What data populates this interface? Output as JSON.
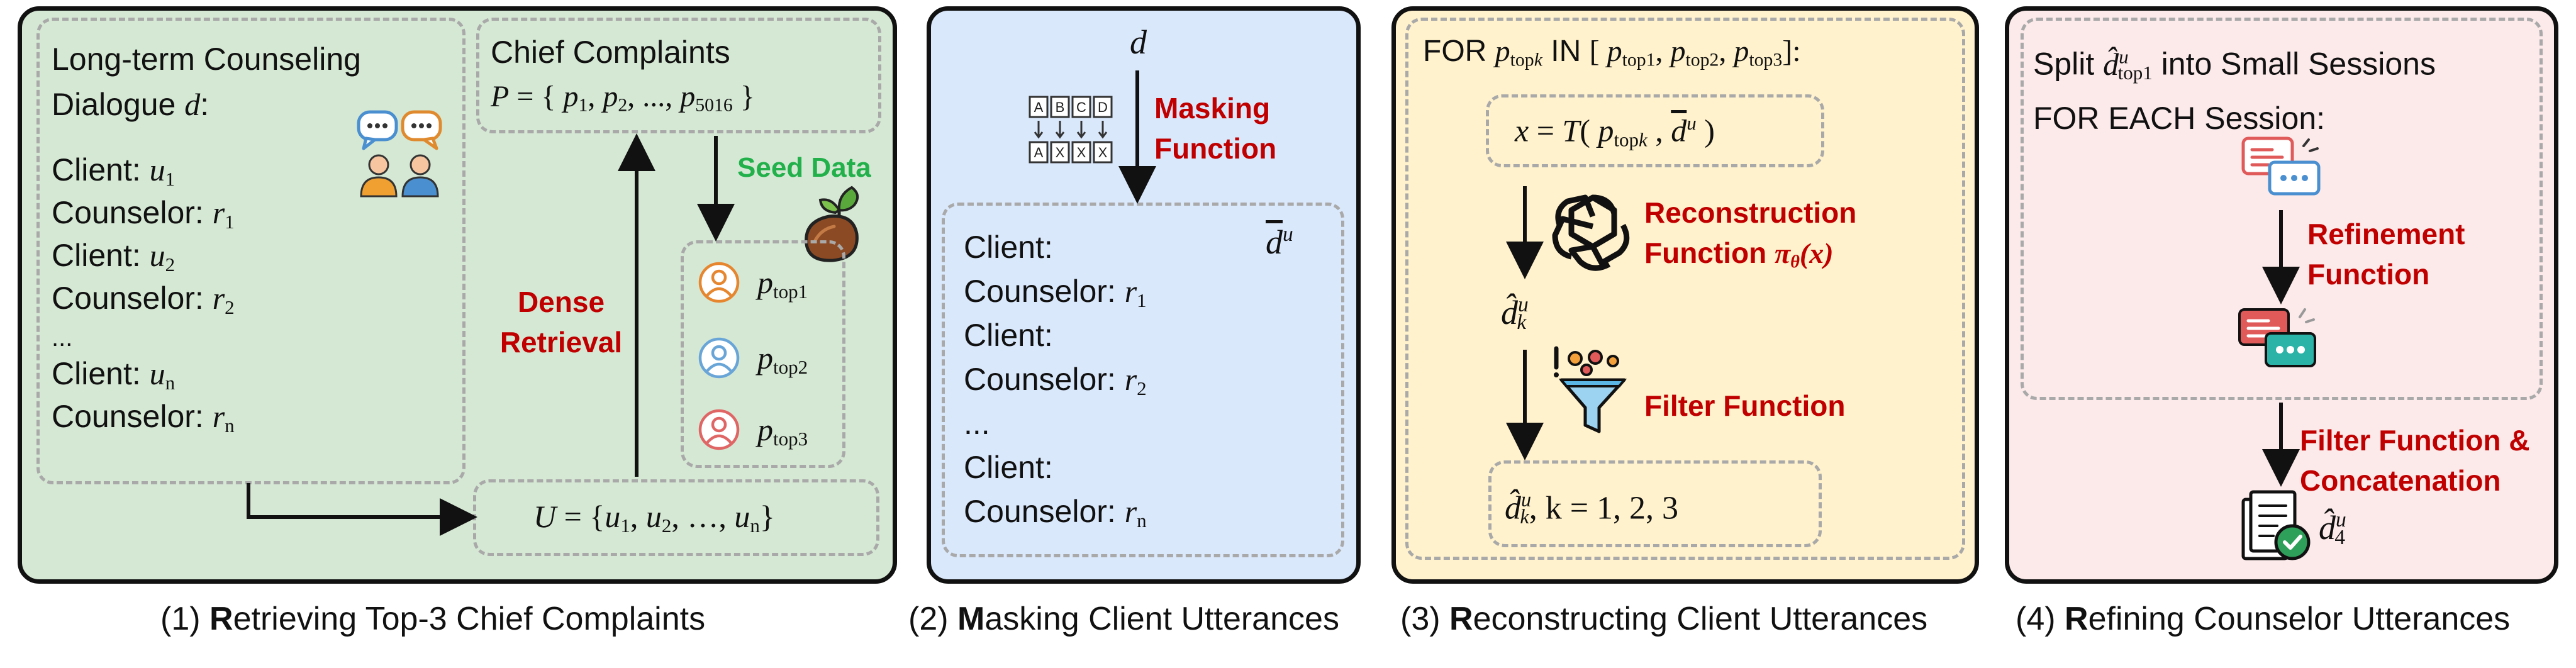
{
  "colors": {
    "panel1_bg": "#d5e8d4",
    "panel2_bg": "#dae8fc",
    "panel3_bg": "#fff2cc",
    "panel4_bg": "#fce9e9",
    "accent_red": "#c00000",
    "accent_green": "#22b04b",
    "dash_gray": "#a9a9a9"
  },
  "panel1": {
    "dialogue_title_line1": "Long-term Counseling",
    "dialogue_title_line2": "Dialogue",
    "dialogue_var": "d",
    "dialogue_colon": ":",
    "lines": [
      {
        "speaker": "Client:",
        "var": "u",
        "sub": "1"
      },
      {
        "speaker": "Counselor:",
        "var": "r",
        "sub": "1"
      },
      {
        "speaker": "Client:",
        "var": "u",
        "sub": "2"
      },
      {
        "speaker": "Counselor:",
        "var": "r",
        "sub": "2"
      },
      {
        "speaker": "...",
        "var": "",
        "sub": ""
      },
      {
        "speaker": "Client:",
        "var": "u",
        "sub": "n"
      },
      {
        "speaker": "Counselor:",
        "var": "r",
        "sub": "n"
      }
    ],
    "complaints_title": "Chief Complaints",
    "complaints_set_lhs": "P",
    "complaints_set_items": [
      "1",
      "2",
      "5016"
    ],
    "seed_label": "Seed Data",
    "retrieval_label_line1": "Dense",
    "retrieval_label_line2": "Retrieval",
    "top_items": [
      {
        "label": "top1",
        "color": "#e6862f"
      },
      {
        "label": "top2",
        "color": "#6aa5d8"
      },
      {
        "label": "top3",
        "color": "#e06666"
      }
    ],
    "uset_lhs": "U",
    "uset_items": [
      "1",
      "2",
      "n"
    ],
    "icons": [
      "people-chat-icon",
      "seed-sprout-icon",
      "user-circle-icon"
    ]
  },
  "panel2": {
    "input_var": "d",
    "masking_label_line1": "Masking",
    "masking_label_line2": "Function",
    "mask_icon_top": "ABCD",
    "mask_icon_bottom": "AXXX",
    "output_var": "d",
    "output_sup": "u",
    "lines": [
      {
        "speaker": "Client:",
        "var": "",
        "sub": ""
      },
      {
        "speaker": "Counselor:",
        "var": "r",
        "sub": "1"
      },
      {
        "speaker": "Client:",
        "var": "",
        "sub": ""
      },
      {
        "speaker": "Counselor:",
        "var": "r",
        "sub": "2"
      },
      {
        "speaker": "...",
        "var": "",
        "sub": ""
      },
      {
        "speaker": "Client:",
        "var": "",
        "sub": ""
      },
      {
        "speaker": "Counselor:",
        "var": "r",
        "sub": "n"
      }
    ]
  },
  "panel3": {
    "for_prefix": "FOR",
    "for_var_sub": "top",
    "for_in": "IN",
    "for_items": [
      "top1",
      "top2",
      "top3"
    ],
    "formula_lhs": "x",
    "formula_fn": "T",
    "recon_label_line1": "Reconstruction",
    "recon_label_line2": "Function",
    "recon_fn": "π",
    "recon_sub": "θ",
    "recon_arg": "x",
    "intermediate_var": "d",
    "intermediate_sup": "u",
    "intermediate_sub": "k",
    "filter_label": "Filter Function",
    "result_var": "d",
    "result_sup": "u",
    "result_sub": "k",
    "result_values": "k = 1, 2, 3"
  },
  "panel4": {
    "split_prefix": "Split",
    "split_var": "d",
    "split_sup": "u",
    "split_sub": "top1",
    "split_suffix": "into Small Sessions",
    "for_each": "FOR EACH Session:",
    "refine_label_line1": "Refinement",
    "refine_label_line2": "Function",
    "filter_concat_line1": "Filter Function &",
    "filter_concat_line2": "Concatenation",
    "final_var": "d",
    "final_sup": "u",
    "final_sub": "4"
  },
  "captions": [
    {
      "num": "(1)",
      "bold": "R",
      "rest": "etrieving Top-3 Chief Complaints"
    },
    {
      "num": "(2)",
      "bold": "M",
      "rest": "asking Client Utterances"
    },
    {
      "num": "(3)",
      "bold": "R",
      "rest": "econstructing Client Utterances"
    },
    {
      "num": "(4)",
      "bold": "R",
      "rest": "efining Counselor Utterances"
    }
  ]
}
